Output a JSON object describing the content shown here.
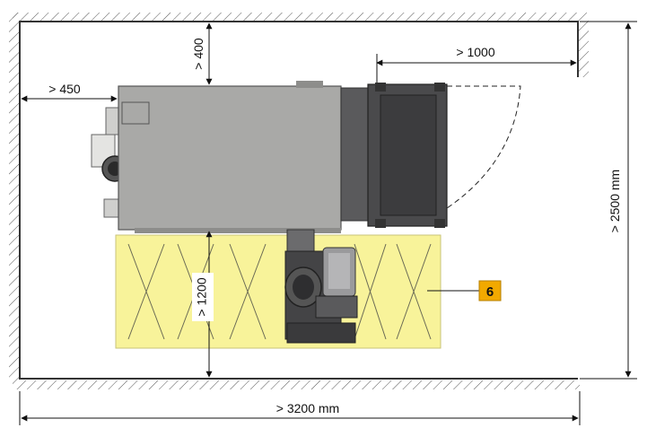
{
  "dimensions": {
    "top_clearance": "> 400",
    "left_clearance": "> 450",
    "right_clearance": "> 1000",
    "front_clearance": "> 1200",
    "room_depth": "> 2500 mm",
    "room_width": "> 3200 mm"
  },
  "callout": {
    "label": "6"
  },
  "colors": {
    "service_area": "#f8f39a",
    "callout_bg": "#f2a900",
    "boiler_body": "#a9a9a7",
    "boiler_dark": "#4a4a4c",
    "wall_line": "#333333"
  }
}
